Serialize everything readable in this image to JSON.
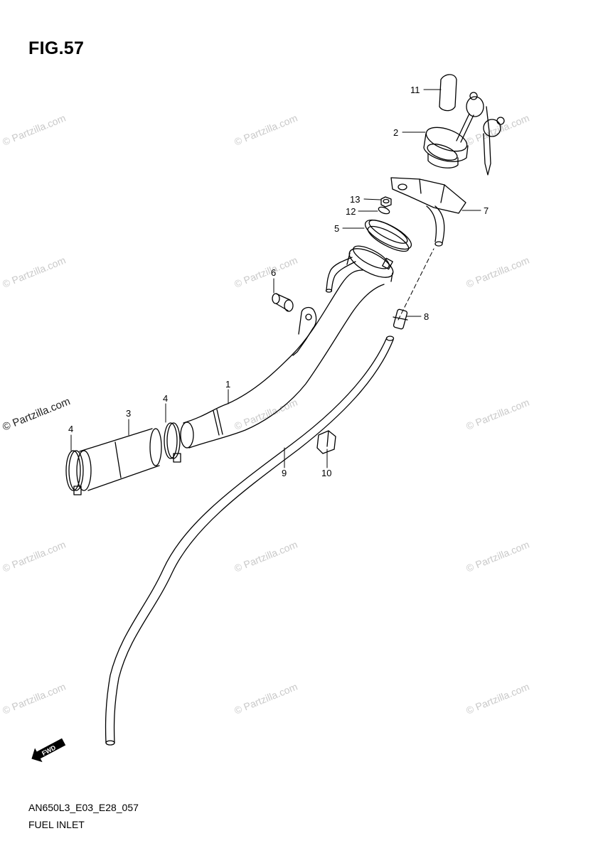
{
  "figure": {
    "title": "FIG.57"
  },
  "footer": {
    "code": "AN650L3_E03_E28_057",
    "name": "FUEL INLET"
  },
  "watermark": {
    "text": "© Partzilla.com"
  },
  "direction_arrow": {
    "label": "FWD"
  },
  "callouts": [
    "1",
    "2",
    "3",
    "4",
    "4",
    "5",
    "6",
    "7",
    "8",
    "9",
    "10",
    "11",
    "12",
    "13"
  ],
  "colors": {
    "line": "#000000",
    "watermark": "#c9c9c9"
  }
}
